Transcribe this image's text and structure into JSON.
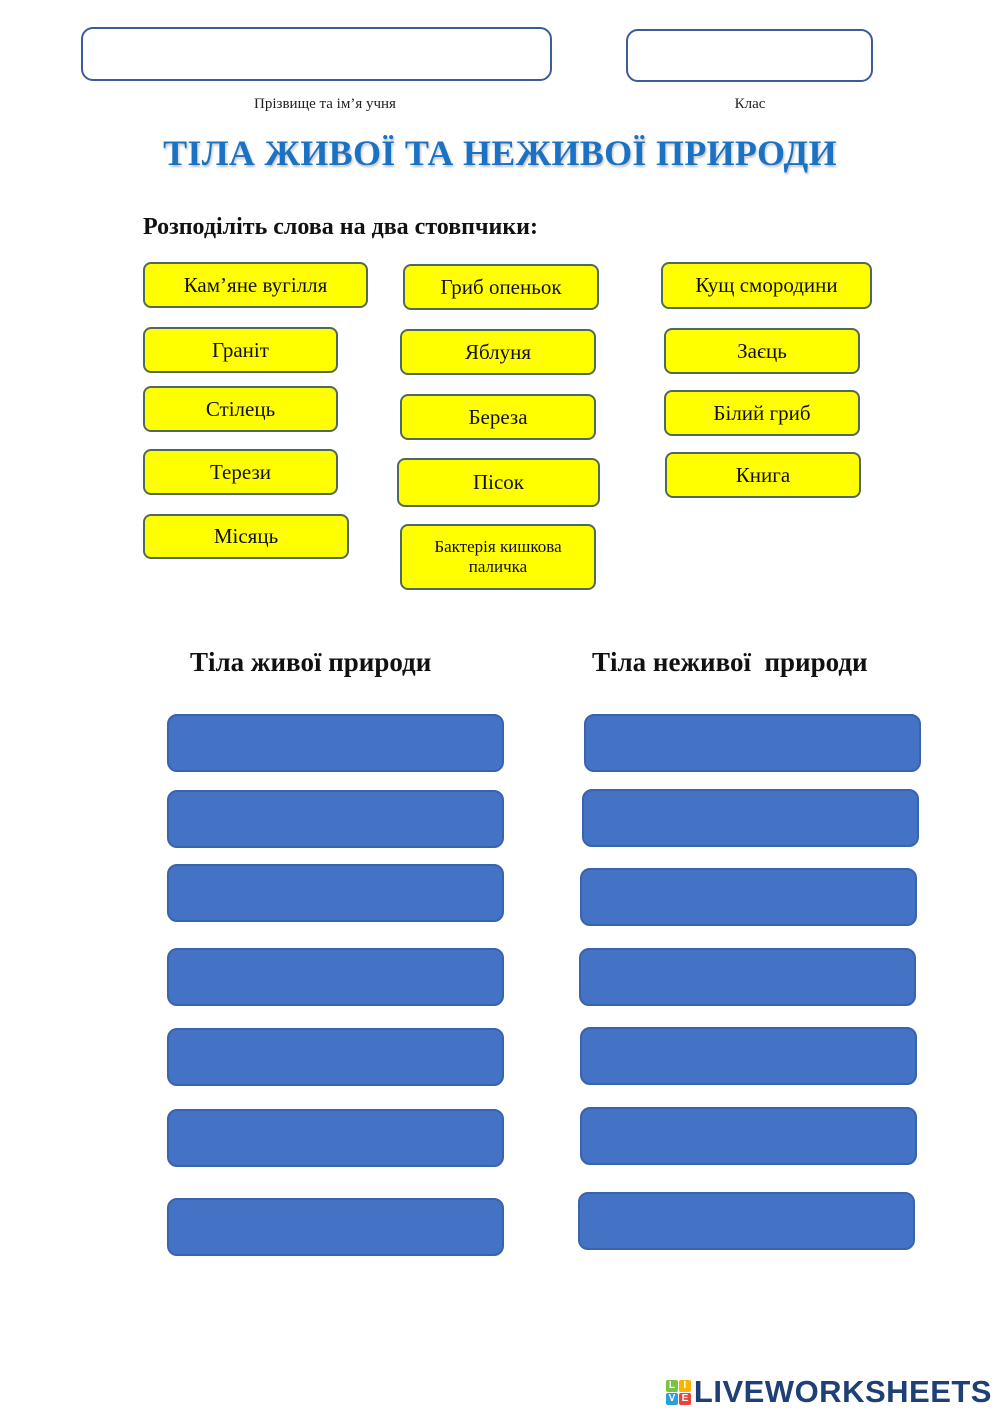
{
  "header": {
    "name_field_label": "Прізвище та ім’я  учня",
    "class_field_label": "Клас",
    "name_field_value": "",
    "class_field_value": ""
  },
  "title": "ТІЛА ЖИВОЇ ТА НЕЖИВОЇ ПРИРОДИ",
  "instruction": "Розподіліть слова на два стовпчики:",
  "word_bank": [
    {
      "label": "Кам’яне вугілля"
    },
    {
      "label": "Граніт"
    },
    {
      "label": "Стілець"
    },
    {
      "label": "Терези"
    },
    {
      "label": "Місяць"
    },
    {
      "label": "Гриб опеньок"
    },
    {
      "label": "Яблуня"
    },
    {
      "label": "Береза"
    },
    {
      "label": "Пісок"
    },
    {
      "label": "Бактерія кишкова паличка"
    },
    {
      "label": "Кущ смородини"
    },
    {
      "label": "Заєць"
    },
    {
      "label": "Білий гриб"
    },
    {
      "label": "Книга"
    }
  ],
  "columns": {
    "living": {
      "title": "Тіла живої природи",
      "slots": 7
    },
    "nonliving": {
      "title": "Тіла неживої  природи",
      "slots": 7
    }
  },
  "colors": {
    "title": "#1a72c4",
    "chip_fill": "#ffff00",
    "drop_fill": "#4472c4",
    "brand": "#1f3f77"
  },
  "brand": {
    "icon_letters": [
      "L",
      "I",
      "V",
      "E"
    ],
    "name": "LIVEWORKSHEETS"
  }
}
